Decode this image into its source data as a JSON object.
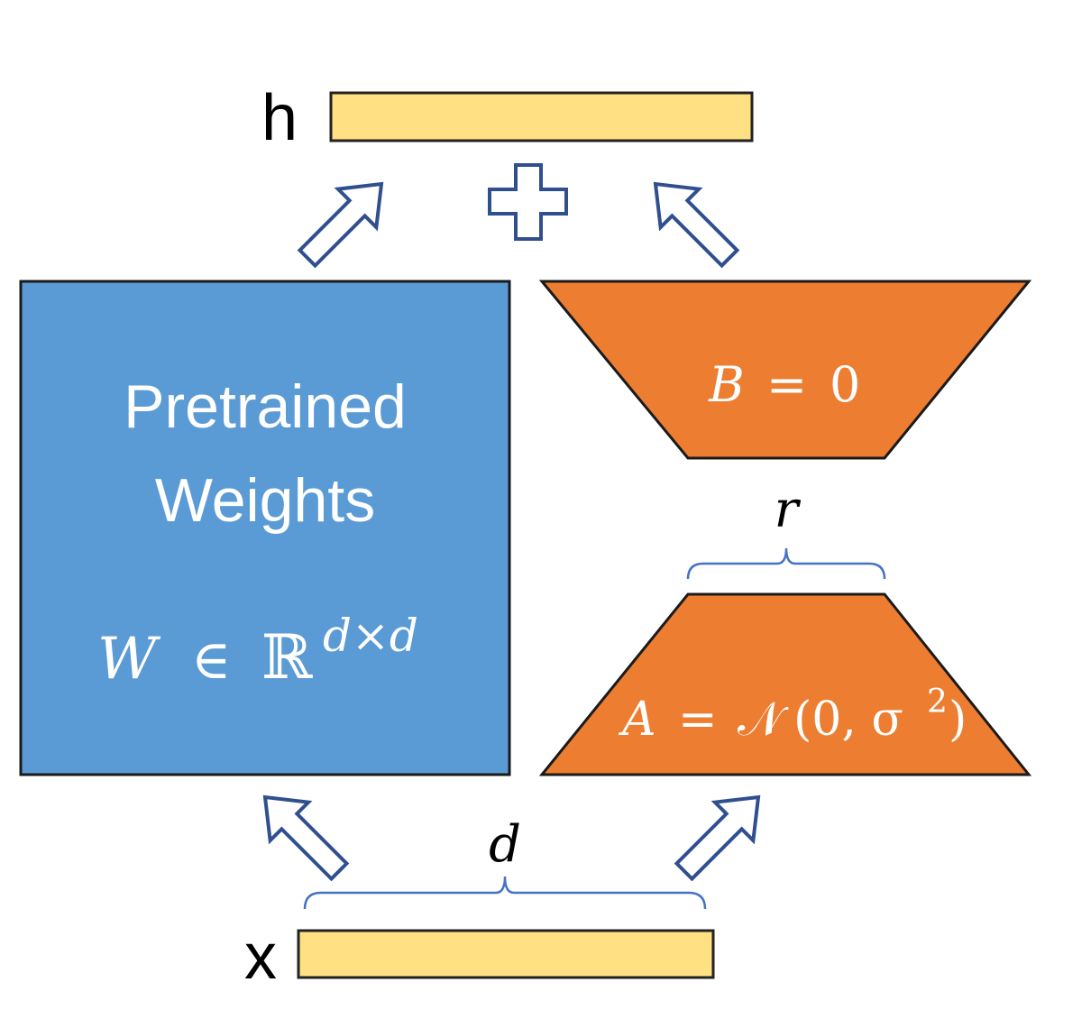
{
  "labels": {
    "output": "h",
    "input": "x"
  },
  "pretrained": {
    "line1": "Pretrained",
    "line2": "Weights",
    "formula_var": "W",
    "formula_in": "∈",
    "formula_set": "ℝ",
    "formula_exp": "d×d"
  },
  "matrix_b": {
    "var": "B",
    "eq": "=",
    "value": "0"
  },
  "matrix_a": {
    "var": "A",
    "eq": "=",
    "dist": "𝒩",
    "args": "(0, σ",
    "exp": "2",
    "close": ")"
  },
  "dims": {
    "rank": "r",
    "model": "d"
  },
  "colors": {
    "vector_fill": "#ffe082",
    "vector_stroke": "#222222",
    "pretrained_fill": "#5b9bd5",
    "pretrained_stroke": "#1a1a1a",
    "lora_fill": "#ed7d31",
    "lora_stroke": "#1a1a1a",
    "arrow_stroke": "#2f4f8f",
    "brace_stroke": "#4472c4"
  }
}
